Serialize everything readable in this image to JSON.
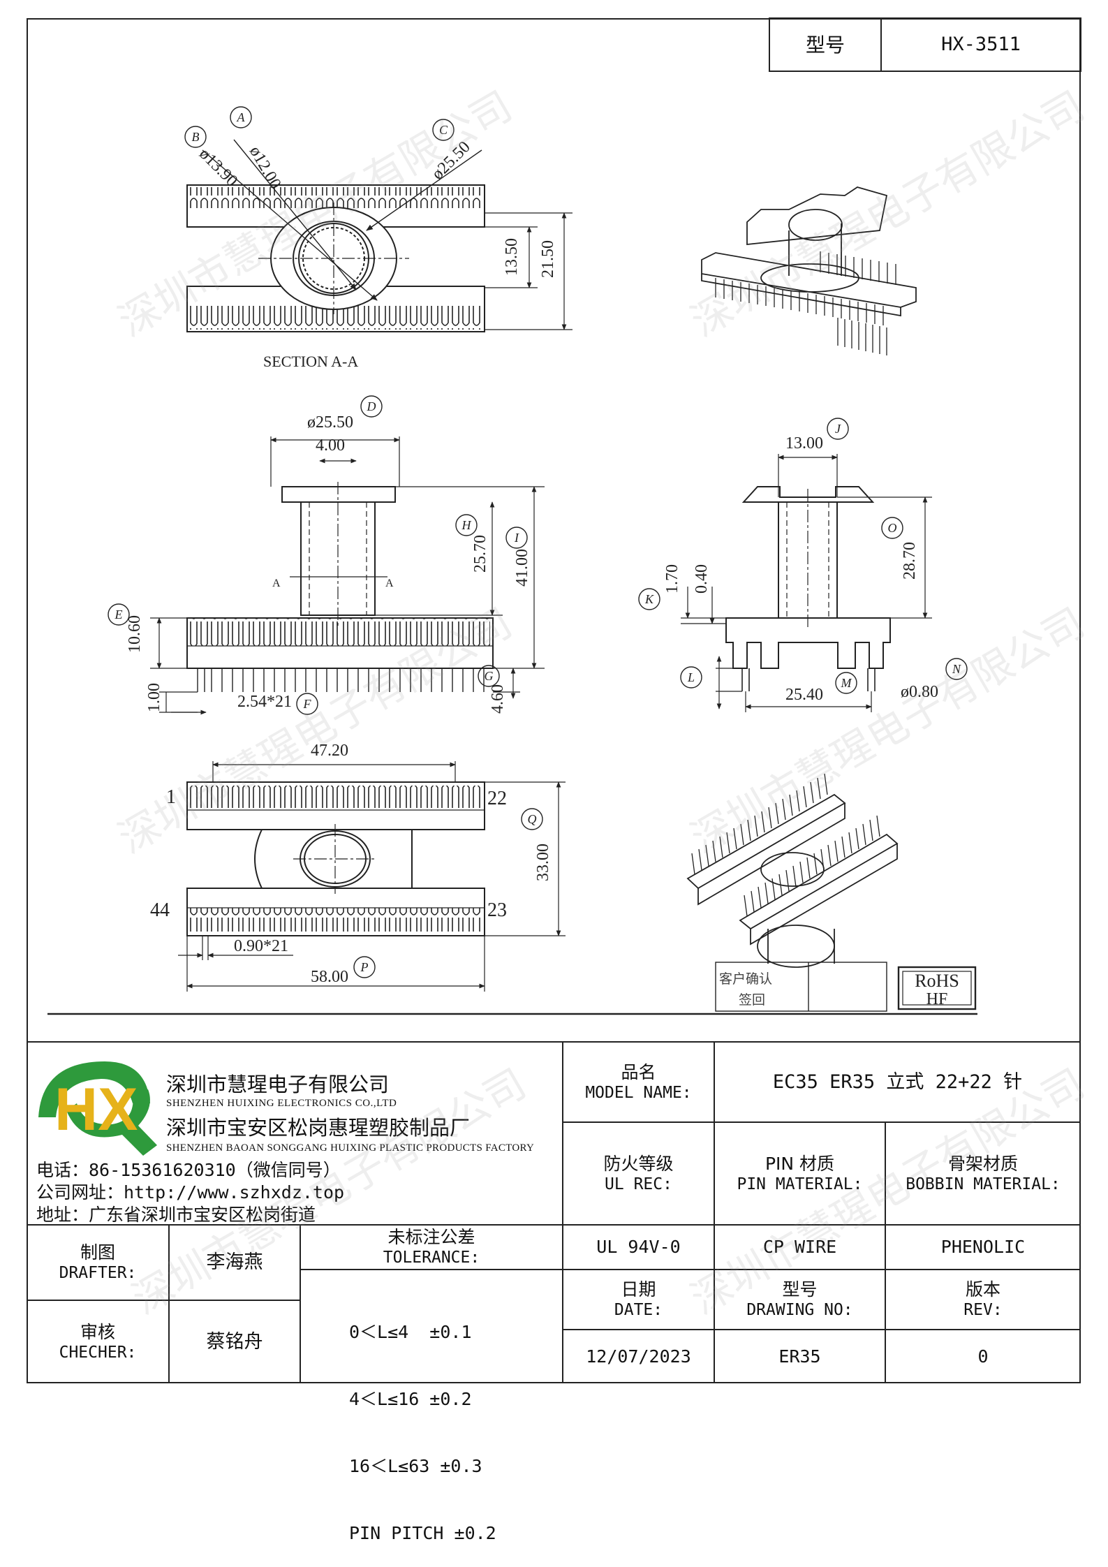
{
  "title_box": {
    "label": "型号",
    "value": "HX-3511"
  },
  "views": {
    "section_title": "SECTION A-A",
    "callouts": [
      "A",
      "B",
      "C",
      "D",
      "E",
      "F",
      "G",
      "H",
      "I",
      "J",
      "K",
      "L",
      "M",
      "N",
      "O",
      "P",
      "Q"
    ],
    "dims": {
      "phi12": "ø12.00",
      "phi1390": "ø13.90",
      "phi2550c": "ø25.50",
      "d1350": "13.50",
      "d2150": "21.50",
      "phi2550": "ø25.50",
      "d400": "4.00",
      "d2570": "25.70",
      "d4100": "41.00",
      "d1060": "10.60",
      "d100": "1.00",
      "pitch": "2.54*21",
      "d460": "4.60",
      "secA1": "A",
      "secA2": "A",
      "d1300": "13.00",
      "d2870": "28.70",
      "d170": "1.70",
      "d040": "0.40",
      "d2540": "25.40",
      "phi080": "ø0.80",
      "d4720": "47.20",
      "d3300": "33.00",
      "d090": "0.90*21",
      "d5800": "58.00",
      "pin1": "1",
      "pin22": "22",
      "pin44": "44",
      "pin23": "23"
    },
    "customer_confirm": [
      "客户确认",
      "签回"
    ],
    "rohs": [
      "RoHS",
      "HF"
    ]
  },
  "company": {
    "name_cn": "深圳市慧瑆电子有限公司",
    "name_en": "SHENZHEN HUIXING ELECTRONICS CO.,LTD",
    "factory_cn": "深圳市宝安区松岗惠瑆塑胶制品厂",
    "factory_en": "SHENZHEN BAOAN SONGGANG HUIXING PLASTIC PRODUCTS FACTORY",
    "phone": "电话：86-15361620310（微信同号）",
    "website": "公司网址：http://www.szhxdz.top",
    "address": "地址：广东省深圳市宝安区松岗街道",
    "logo_text": "HX"
  },
  "table": {
    "model_name_label": {
      "cn": "品名",
      "en": "MODEL NAME:"
    },
    "model_name_value": "EC35 ER35 立式 22+22 针",
    "ul_label": {
      "cn": "防火等级",
      "en": "UL REC:"
    },
    "pin_label": {
      "cn": "PIN 材质",
      "en": "PIN MATERIAL:"
    },
    "bobbin_label": {
      "cn": "骨架材质",
      "en": "BOBBIN MATERIAL:"
    },
    "ul_value": "UL 94V-0",
    "pin_value": "CP WIRE",
    "bobbin_value": "PHENOLIC",
    "date_label": {
      "cn": "日期",
      "en": "DATE:"
    },
    "drawing_no_label": {
      "cn": "型号",
      "en": "DRAWING NO:"
    },
    "rev_label": {
      "cn": "版本",
      "en": "REV:"
    },
    "date_value": "12/07/2023",
    "drawing_no_value": "ER35",
    "rev_value": "0",
    "drafter_label": {
      "cn": "制图",
      "en": "DRAFTER:"
    },
    "drafter_value": "李海燕",
    "checker_label": {
      "cn": "审核",
      "en": "CHECHER:"
    },
    "checker_value": "蔡铭舟",
    "tolerance_label": {
      "cn": "未标注公差",
      "en": "TOLERANCE:"
    },
    "tolerance_lines": [
      "0＜L≤4  ±0.1",
      "4＜L≤16 ±0.2",
      "16＜L≤63 ±0.3",
      "PIN PITCH ±0.2"
    ]
  },
  "watermark": "深圳市慧瑆电子有限公司",
  "colors": {
    "line": "#222222",
    "logo_green": "#2e9a3c",
    "logo_yellow": "#e6b21a"
  }
}
